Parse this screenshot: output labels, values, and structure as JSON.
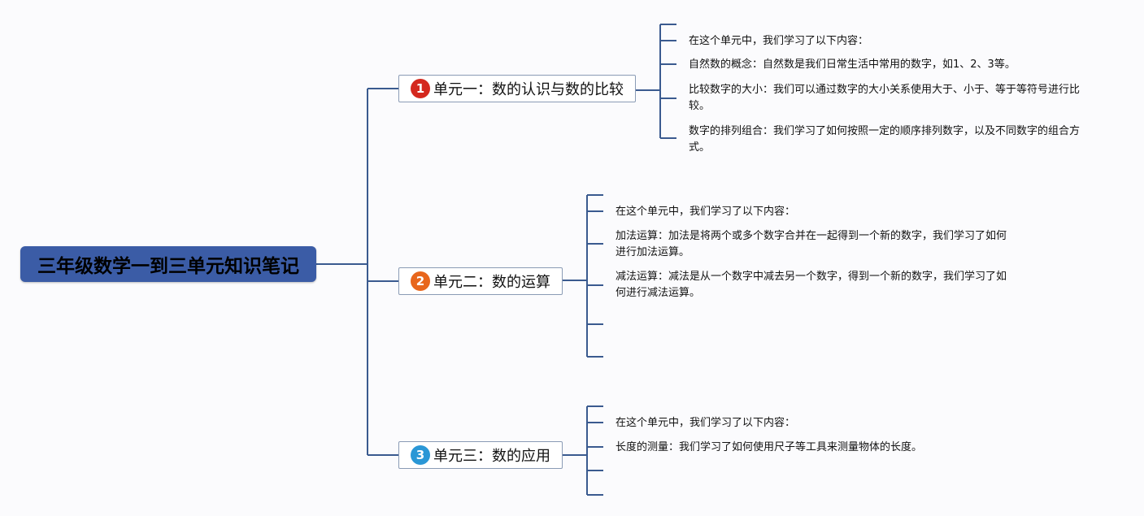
{
  "root": {
    "title": "三年级数学一到三单元知识笔记"
  },
  "colors": {
    "line": "#3a5a8f",
    "root_bg": "#3b5ca6",
    "badge_1": "#d4281e",
    "badge_2": "#e8661c",
    "badge_3": "#2a97d6"
  },
  "units": [
    {
      "badge": "1",
      "title": "单元一：数的认识与数的比较",
      "notes": [
        "在这个单元中，我们学习了以下内容：",
        "自然数的概念：自然数是我们日常生活中常用的数字，如1、2、3等。",
        "比较数字的大小：我们可以通过数字的大小关系使用大于、小于、等于等符号进行比较。",
        "数字的排列组合：我们学习了如何按照一定的顺序排列数字，以及不同数字的组合方式。"
      ]
    },
    {
      "badge": "2",
      "title": "单元二：数的运算",
      "notes": [
        "在这个单元中，我们学习了以下内容：",
        "加法运算：加法是将两个或多个数字合并在一起得到一个新的数字，我们学习了如何进行加法运算。",
        "减法运算：减法是从一个数字中减去另一个数字，得到一个新的数字，我们学习了如何进行减法运算。",
        "",
        ""
      ]
    },
    {
      "badge": "3",
      "title": "单元三：数的应用",
      "notes": [
        "在这个单元中，我们学习了以下内容：",
        "长度的测量：我们学习了如何使用尺子等工具来测量物体的长度。",
        "",
        ""
      ]
    }
  ]
}
